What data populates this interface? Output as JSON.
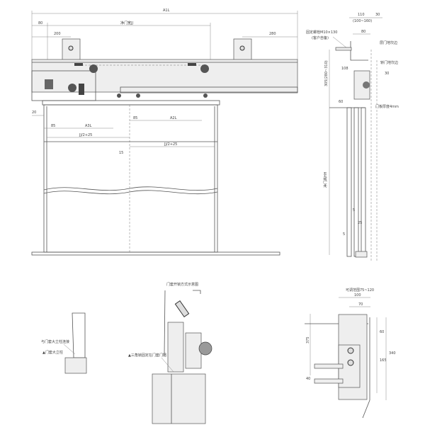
{
  "front_view": {
    "overall_width": "A1L",
    "left_offset": "80",
    "clear_width": "净门宽JJ",
    "left_hanger": "200",
    "right_hanger": "280",
    "sill_offset": "20",
    "left_door_edge": "85",
    "left_panel_travel": "A3L",
    "right_door_edge": "85",
    "right_panel_travel": "A2L",
    "left_half_width": "JJ/2+25",
    "gap": "15",
    "right_half_width": "JJ/2+25"
  },
  "side_view": {
    "depth": "110",
    "depth_range": "(100~160)",
    "right_offset": "30",
    "bracket_depth": "80",
    "bolt_note": "固定螺栓M10×130",
    "bolt_note_2": "(客户自备)",
    "landing_sill": "层门地坎边",
    "car_sill": "轿门地坎边",
    "roller": "108",
    "roller_offset": "30",
    "height": "305(280~310)",
    "bottom_gap": "60",
    "panel_thickness": "门板厚度4mm",
    "clear_height": "净门高HH",
    "dim_a": "5",
    "dim_b": "25",
    "dim_c": "5"
  },
  "detail_left": {
    "connect_note": "与门套大立柱连接",
    "pillar_note": "▲门套大立柱"
  },
  "detail_middle": {
    "title": "门套开锁方式示意图",
    "lock_note": "▲三角锁固定在门套门楣"
  },
  "detail_right": {
    "adjust_range": "可调范围75~120",
    "width": "100",
    "inner_width": "70",
    "height": "375",
    "top": "60",
    "middle": "165",
    "total": "340",
    "bottom": "40"
  }
}
